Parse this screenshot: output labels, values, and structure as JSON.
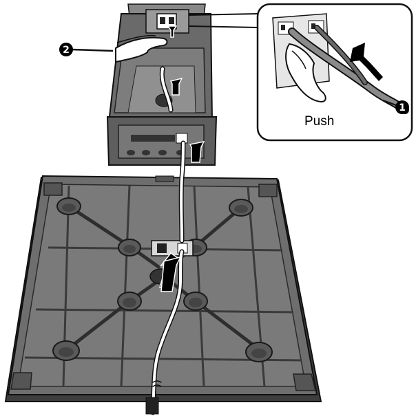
{
  "callouts": {
    "one": "1",
    "two": "2"
  },
  "inset_label": "Push",
  "colors": {
    "base_fill": "#6f6f6f",
    "base_light": "#8a8a8a",
    "base_rim": "#4a4a4a",
    "outline": "#1a1a1a",
    "cable": "#ffffff",
    "arrow": "#000000",
    "hand_fill": "#ffffff"
  }
}
